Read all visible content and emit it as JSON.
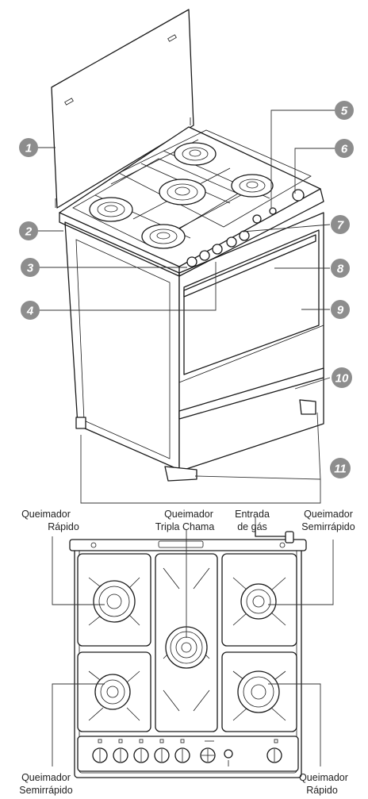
{
  "parts": [
    {
      "n": "1"
    },
    {
      "n": "2"
    },
    {
      "n": "3"
    },
    {
      "n": "4"
    },
    {
      "n": "5"
    },
    {
      "n": "6"
    },
    {
      "n": "7"
    },
    {
      "n": "8"
    },
    {
      "n": "9"
    },
    {
      "n": "10"
    },
    {
      "n": "11"
    }
  ],
  "labels": {
    "rapido_top": {
      "line1": "Queimador",
      "line2": "Rápido"
    },
    "tripla": {
      "line1": "Queimador",
      "line2": "Tripla Chama"
    },
    "entrada": {
      "line1": "Entrada",
      "line2": "de gás"
    },
    "semi_top": {
      "line1": "Queimador",
      "line2": "Semirrápido"
    },
    "semi_bottom": {
      "line1": "Queimador",
      "line2": "Semirrápido"
    },
    "rapido_bottom": {
      "line1": "Queimador",
      "line2": "Rápido"
    }
  },
  "colors": {
    "badge": "#8d8d8d",
    "line": "#1a1a1a"
  }
}
